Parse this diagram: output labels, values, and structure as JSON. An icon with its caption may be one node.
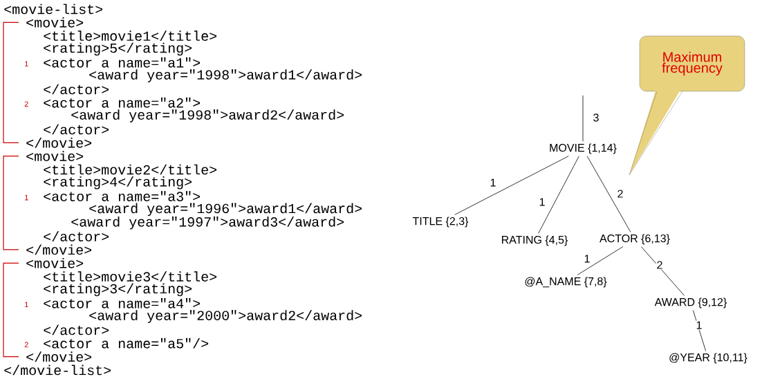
{
  "diagram": {
    "nodes": [
      {
        "text": [
          "MOVIE {1,14}"
        ]
      },
      {
        "text": [
          "TITLE {2,3}"
        ]
      },
      {
        "text": [
          "RATING {4,5}"
        ]
      },
      {
        "text": [
          "ACTOR {6,13}"
        ]
      },
      {
        "text": [
          "@A_NAME {7,8}"
        ]
      },
      {
        "text": [
          "AWARD {9,12}"
        ]
      },
      {
        "text": [
          "@YEAR {10,11}"
        ]
      },
      {
        "text": [
          "Maximum frequency"
        ]
      }
    ],
    "edges": [
      {
        "from": null,
        "to": 0,
        "arrow": "none",
        "label": "3"
      },
      {
        "from": 0,
        "to": 1,
        "arrow": "none",
        "label": "1"
      },
      {
        "from": 0,
        "to": 2,
        "arrow": "none",
        "label": "1"
      },
      {
        "from": 0,
        "to": 3,
        "arrow": "none",
        "label": "2"
      },
      {
        "from": 3,
        "to": 4,
        "arrow": "none",
        "label": "1"
      },
      {
        "from": 3,
        "to": 5,
        "arrow": "none",
        "label": "2"
      },
      {
        "from": 5,
        "to": 6,
        "arrow": "none",
        "label": "1"
      }
    ],
    "labels": [
      "<movie-list>",
      "<movie>",
      "<title>movie1</title>",
      "<rating>5</rating>",
      "1",
      "<actor a name=\"a1\">",
      "<award year=\"1998\">award1</award>",
      "</actor>",
      "2",
      "<actor a name=\"a2\">",
      "<award year=\"1998\">award2</award>",
      "</actor>",
      "</movie>",
      "<movie>",
      "<title>movie2</title>",
      "<rating>4</rating>",
      "1",
      "<actor a name=\"a3\">",
      "<award year=\"1996\">award1</award>",
      "<award year=\"1997\">award3</award>",
      "</actor>",
      "</movie>",
      "<movie>",
      "<title>movie3</title>",
      "<rating>3</rating>",
      "1",
      "<actor a name=\"a4\">",
      "<award year=\"2000\">award2</award>",
      "</actor>",
      "2",
      "<actor a name=\"a5\"/>",
      "</movie>",
      "</movie-list>"
    ]
  }
}
